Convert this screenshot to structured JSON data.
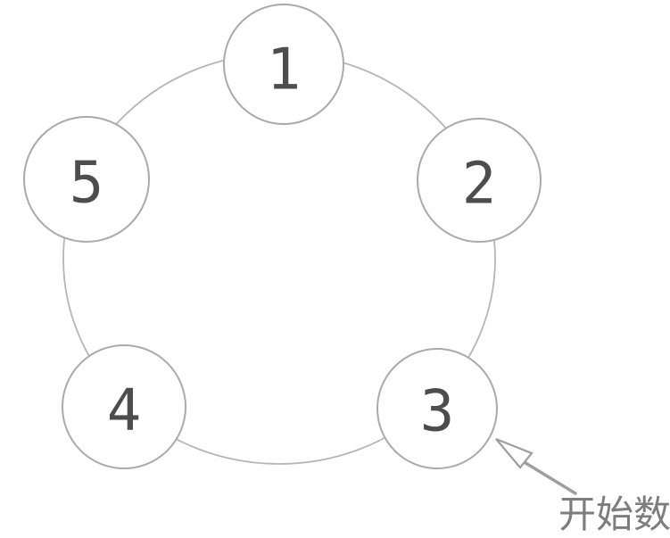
{
  "diagram": {
    "nodes": [
      {
        "label": "1"
      },
      {
        "label": "2"
      },
      {
        "label": "3"
      },
      {
        "label": "4"
      },
      {
        "label": "5"
      }
    ],
    "annotation": {
      "text": "开始数",
      "points_to_node_label": "3"
    },
    "colors": {
      "background": "#ffffff",
      "ring_stroke": "#b6b6b6",
      "circle_stroke": "#aaaaaa",
      "number_text": "#4d4d4d",
      "arrow": "#9e9e9e",
      "annotation_text": "#7d7d7d"
    }
  }
}
